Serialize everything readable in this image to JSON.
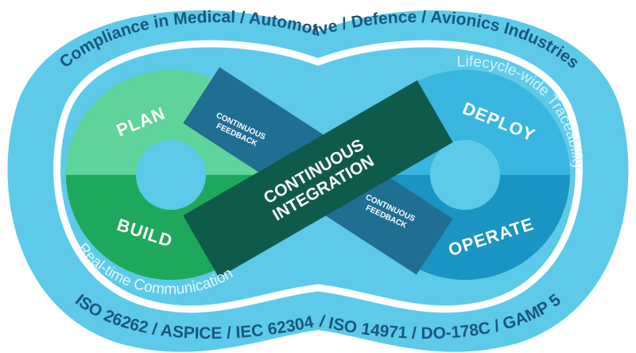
{
  "outer_top": "Compliance in Medical / Automotive / Defence / Avionics Industries",
  "outer_bottom": "ISO 26262 / ASPICE / IEC 62304 / ISO 14971 / DO-178C / GAMP 5",
  "inner_right": "Lifecycle-wide Traceability",
  "inner_left": "Real-time Communication",
  "stages": {
    "plan": "PLAN",
    "build": "BUILD",
    "deploy": "DEPLOY",
    "operate": "OPERATE"
  },
  "feedback": {
    "line1": "CONTINUOUS",
    "line2": "FEEDBACK"
  },
  "ci": {
    "line1": "CONTINUOUS",
    "line2": "INTEGRATION"
  },
  "colors": {
    "outer": "#5dcaea",
    "plan": "#5fd49b",
    "build": "#1ea85c",
    "deploy": "#38b6df",
    "operate": "#1a94c2",
    "feedback": "#1f6f93",
    "ci": "#0f5b4b",
    "text": "#17587d"
  }
}
